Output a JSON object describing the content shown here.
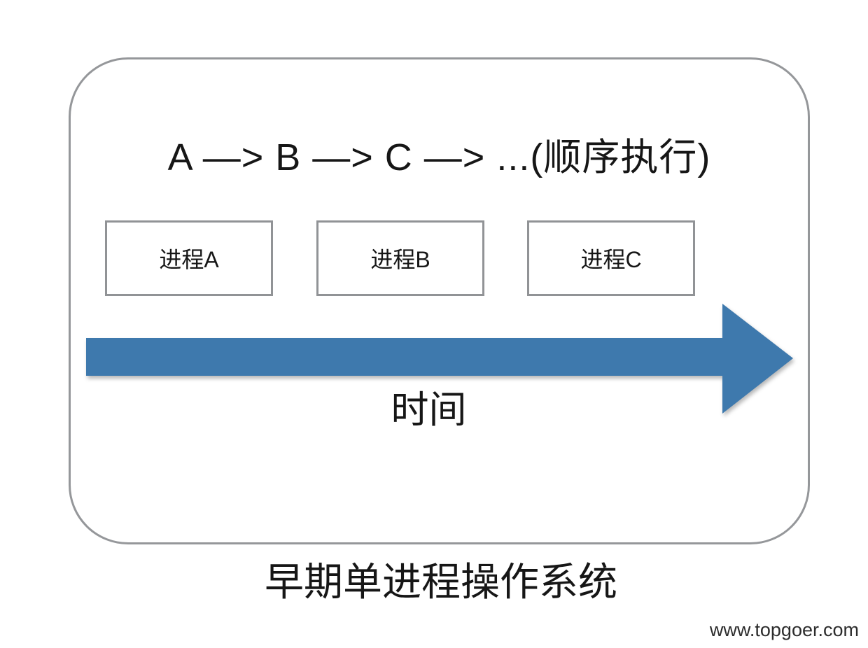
{
  "diagram": {
    "title": "A —> B —> C —> ...(顺序执行)",
    "process_boxes": [
      {
        "label": "进程A"
      },
      {
        "label": "进程B"
      },
      {
        "label": "进程C"
      }
    ],
    "timeline": {
      "label": "时间",
      "arrow_color": "#3e79ad"
    },
    "caption": "早期单进程操作系统",
    "frame_border_color": "#95979a",
    "box_border_color": "#919396",
    "watermark": "www.topgoer.com"
  }
}
